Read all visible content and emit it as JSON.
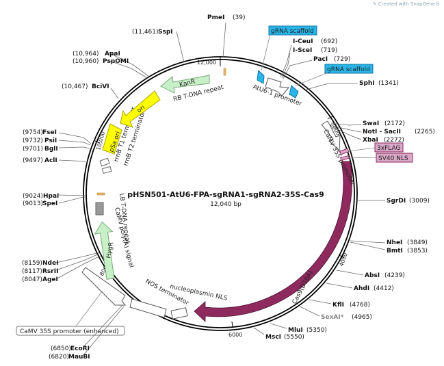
{
  "watermark": "Created with SnapGene®",
  "title": "pHSN501-AtU6-FPA-sgRNA1-sgRNA2-35S-Cas9",
  "size": "12,040 bp",
  "ticks": [
    "12,000",
    "2000",
    "4000",
    "6000",
    "8000",
    "10,000"
  ],
  "enzymes_left": [
    {
      "name": "SspI",
      "pos": "(11,461)"
    },
    {
      "name": "ApaI",
      "pos": "(10,964)"
    },
    {
      "name": "PspOMI",
      "pos": "(10,960)"
    },
    {
      "name": "BciVI",
      "pos": "(10,467)"
    },
    {
      "name": "FseI",
      "pos": "(9754)"
    },
    {
      "name": "PsiI",
      "pos": "(9732)"
    },
    {
      "name": "BglI",
      "pos": "(9701)"
    },
    {
      "name": "AclI",
      "pos": "(9497)"
    },
    {
      "name": "HpaI",
      "pos": "(9024)"
    },
    {
      "name": "SpeI",
      "pos": "(9013)"
    },
    {
      "name": "NdeI",
      "pos": "(8159)"
    },
    {
      "name": "RsrII",
      "pos": "(8117)"
    },
    {
      "name": "AgeI",
      "pos": "(8047)"
    },
    {
      "name": "EcoRI",
      "pos": "(6850)"
    },
    {
      "name": "MauBI",
      "pos": "(6820)"
    }
  ],
  "enzymes_right": [
    {
      "name": "PmeI",
      "pos": "(39)"
    },
    {
      "name": "I-CeuI",
      "pos": "(692)"
    },
    {
      "name": "I-SceI",
      "pos": "(719)"
    },
    {
      "name": "PacI",
      "pos": "(729)"
    },
    {
      "name": "SphI",
      "pos": "(1341)"
    },
    {
      "name": "SwaI",
      "pos": "(2172)"
    },
    {
      "name": "NotI - SacII",
      "pos": "(2265)"
    },
    {
      "name": "XbaI",
      "pos": "(2272)"
    },
    {
      "name": "SgrDI",
      "pos": "(3009)"
    },
    {
      "name": "NheI",
      "pos": "(3849)"
    },
    {
      "name": "BmtI",
      "pos": "(3853)"
    },
    {
      "name": "AbsI",
      "pos": "(4239)"
    },
    {
      "name": "AhdI",
      "pos": "(4412)"
    },
    {
      "name": "KflI",
      "pos": "(4768)"
    },
    {
      "name": "SexAI*",
      "pos": "(4965)"
    },
    {
      "name": "MluI",
      "pos": "(5350)"
    },
    {
      "name": "MscI",
      "pos": "(5550)"
    }
  ],
  "features": {
    "grna1": "gRNA scaffold",
    "grna2": "gRNA scaffold",
    "atu6": "AtU6-1 promoter",
    "kanr": "KanR",
    "rb": "RB T-DNA repeat",
    "ori": "ori",
    "psa": "pSa ori",
    "t1": "rrnB T1 terminator",
    "t2": "rrnB T2 terminator",
    "p35s": "CaMV 35S promoter",
    "flag": "3xFLAG",
    "nls": "SV40 NLS",
    "cas9": "Cas9(D10A)",
    "np_nls": "nucleoplasmin NLS",
    "nos": "NOS terminator",
    "lb": "LB T-DNA repeat",
    "polya": "CaMV poly(A) signal",
    "hygr": "HygR",
    "enh": "CaMV 35S promoter (enhanced)"
  },
  "colors": {
    "cas9": "#8e2a5e",
    "kanr": "#c8f0c8",
    "hygr": "#c8f0c8",
    "ori": "#ffff00",
    "grna": "#29b5e8",
    "tag": "#d9a7c7"
  }
}
